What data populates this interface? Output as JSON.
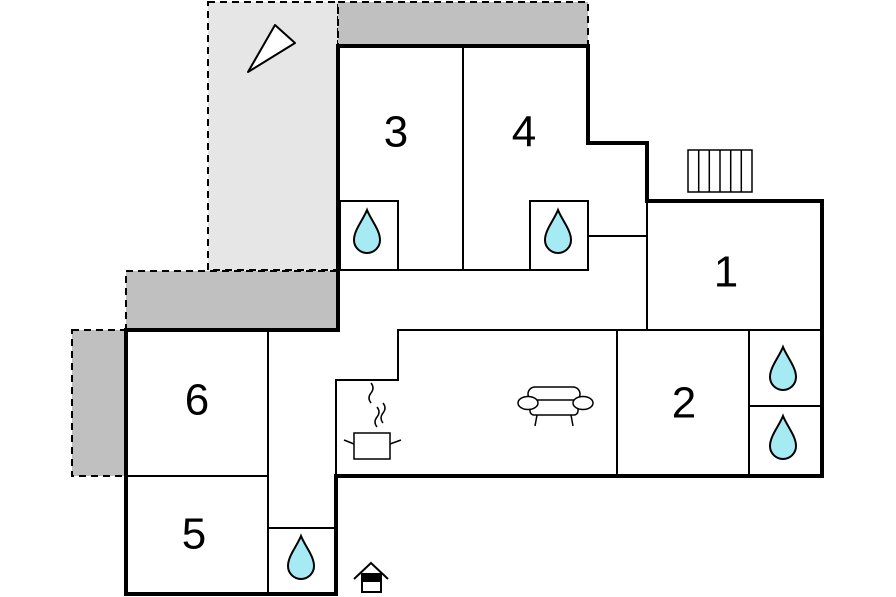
{
  "floorplan": {
    "rooms": [
      {
        "id": "room-1",
        "number": "1"
      },
      {
        "id": "room-2",
        "number": "2"
      },
      {
        "id": "room-3",
        "number": "3"
      },
      {
        "id": "room-4",
        "number": "4"
      },
      {
        "id": "room-5",
        "number": "5"
      },
      {
        "id": "room-6",
        "number": "6"
      }
    ],
    "icons": [
      "compass-north-icon",
      "stairs-icon",
      "water-drop-icon",
      "sofa-icon",
      "cooking-pot-icon",
      "entrance-icon"
    ],
    "colors": {
      "wall": "#000000",
      "terrace_dark": "#c0c0c0",
      "terrace_light": "#e6e6e6",
      "water_drop": "#a6eaf3",
      "background": "#ffffff"
    }
  }
}
